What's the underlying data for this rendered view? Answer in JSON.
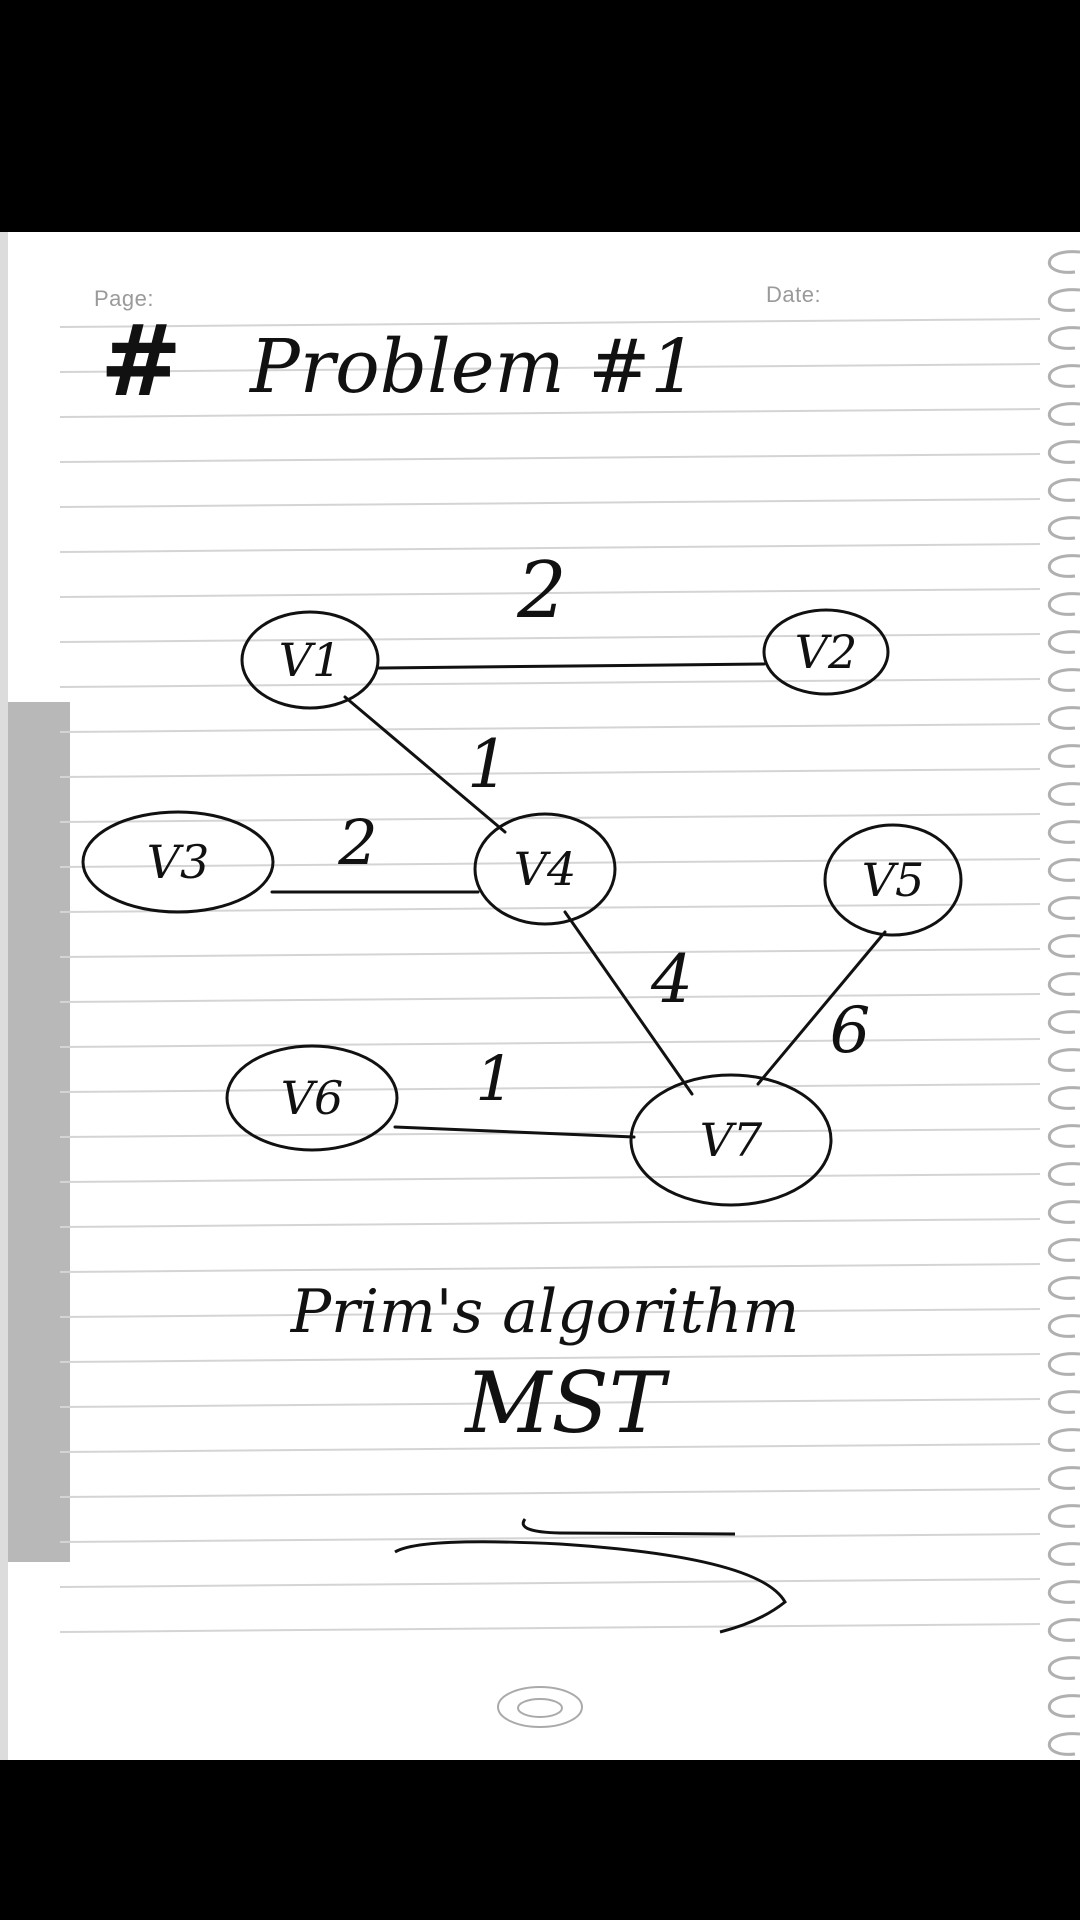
{
  "page": {
    "page_label": "Page:",
    "date_label": "Date:"
  },
  "title": {
    "hash": "#",
    "text": "Problem #1"
  },
  "graph": {
    "nodes": [
      {
        "id": "v1",
        "label": "V1"
      },
      {
        "id": "v2",
        "label": "V2"
      },
      {
        "id": "v3",
        "label": "V3"
      },
      {
        "id": "v4",
        "label": "V4"
      },
      {
        "id": "v5",
        "label": "V5"
      },
      {
        "id": "v6",
        "label": "V6"
      },
      {
        "id": "v7",
        "label": "V7"
      }
    ],
    "edges": [
      {
        "from": "v1",
        "to": "v2",
        "weight": "2"
      },
      {
        "from": "v1",
        "to": "v4",
        "weight": "1"
      },
      {
        "from": "v3",
        "to": "v4",
        "weight": "2"
      },
      {
        "from": "v4",
        "to": "v7",
        "weight": "4"
      },
      {
        "from": "v5",
        "to": "v7",
        "weight": "6"
      },
      {
        "from": "v6",
        "to": "v7",
        "weight": "1"
      }
    ]
  },
  "notes": {
    "line1": "Prim's algorithm",
    "line2": "MST"
  },
  "colors": {
    "ink": "#111111",
    "paper": "#ffffff",
    "rule_line": "#d4d4d4",
    "background": "#000000"
  }
}
